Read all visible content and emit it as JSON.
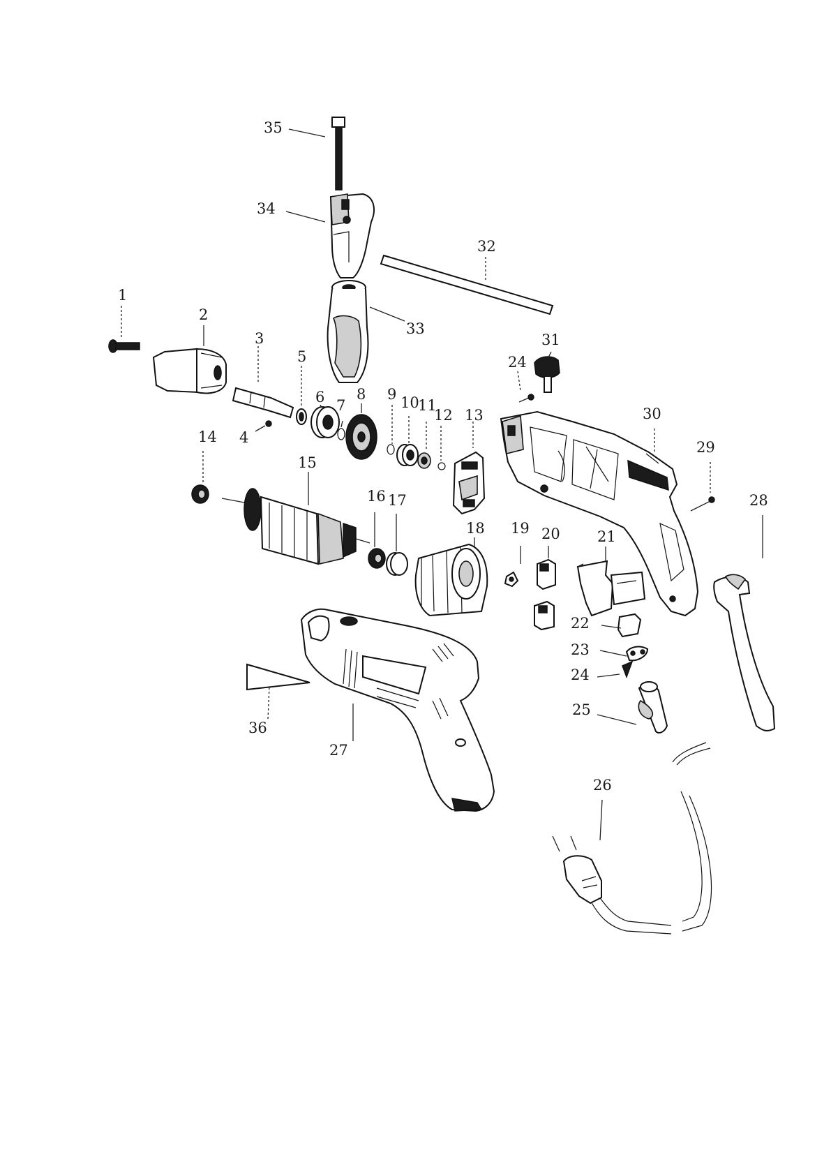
{
  "diagram": {
    "labels": {
      "p1": "1",
      "p2": "2",
      "p3": "3",
      "p4": "4",
      "p5": "5",
      "p6": "6",
      "p7": "7",
      "p8": "8",
      "p9": "9",
      "p10": "10",
      "p11": "11",
      "p12": "12",
      "p13": "13",
      "p14": "14",
      "p15": "15",
      "p16": "16",
      "p17": "17",
      "p18": "18",
      "p19": "19",
      "p20": "20",
      "p21": "21",
      "p22": "22",
      "p23": "23",
      "p24a": "24",
      "p24b": "24",
      "p25": "25",
      "p26": "26",
      "p27": "27",
      "p28": "28",
      "p29": "29",
      "p30": "30",
      "p31": "31",
      "p32": "32",
      "p33": "33",
      "p34": "34",
      "p35": "35",
      "p36": "36"
    }
  }
}
